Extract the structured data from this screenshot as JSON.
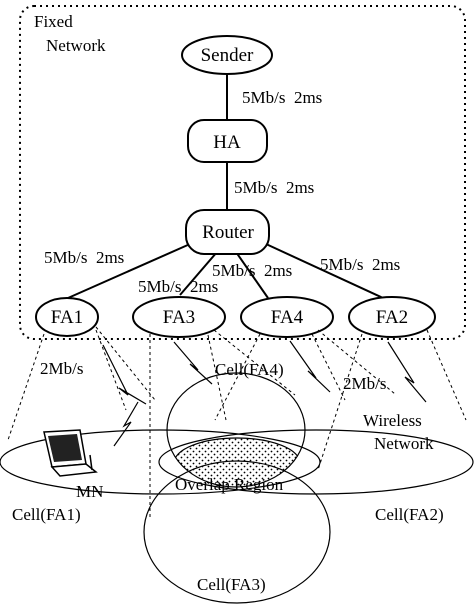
{
  "fixed_network": {
    "label_line1": "Fixed",
    "label_line2": "Network"
  },
  "nodes": {
    "sender": "Sender",
    "ha": "HA",
    "router": "Router",
    "fa1": "FA1",
    "fa3": "FA3",
    "fa4": "FA4",
    "fa2": "FA2"
  },
  "links": {
    "sender_ha": "5Mb/s  2ms",
    "ha_router": "5Mb/s  2ms",
    "router_fa1": "5Mb/s  2ms",
    "router_fa3": "5Mb/s  2ms",
    "router_fa4": "5Mb/s  2ms",
    "router_fa2": "5Mb/s  2ms",
    "wireless_fa1": "2Mb/s",
    "wireless_fa2": "2Mb/s"
  },
  "cells": {
    "fa4": "Cell(FA4)",
    "fa1": "Cell(FA1)",
    "fa2": "Cell(FA2)",
    "fa3": "Cell(FA3)"
  },
  "labels": {
    "wireless_line1": "Wireless",
    "wireless_line2": "Network",
    "overlap": "Overlap Region",
    "mn": "MN"
  },
  "colors": {
    "line": "#000000",
    "background": "#ffffff"
  }
}
